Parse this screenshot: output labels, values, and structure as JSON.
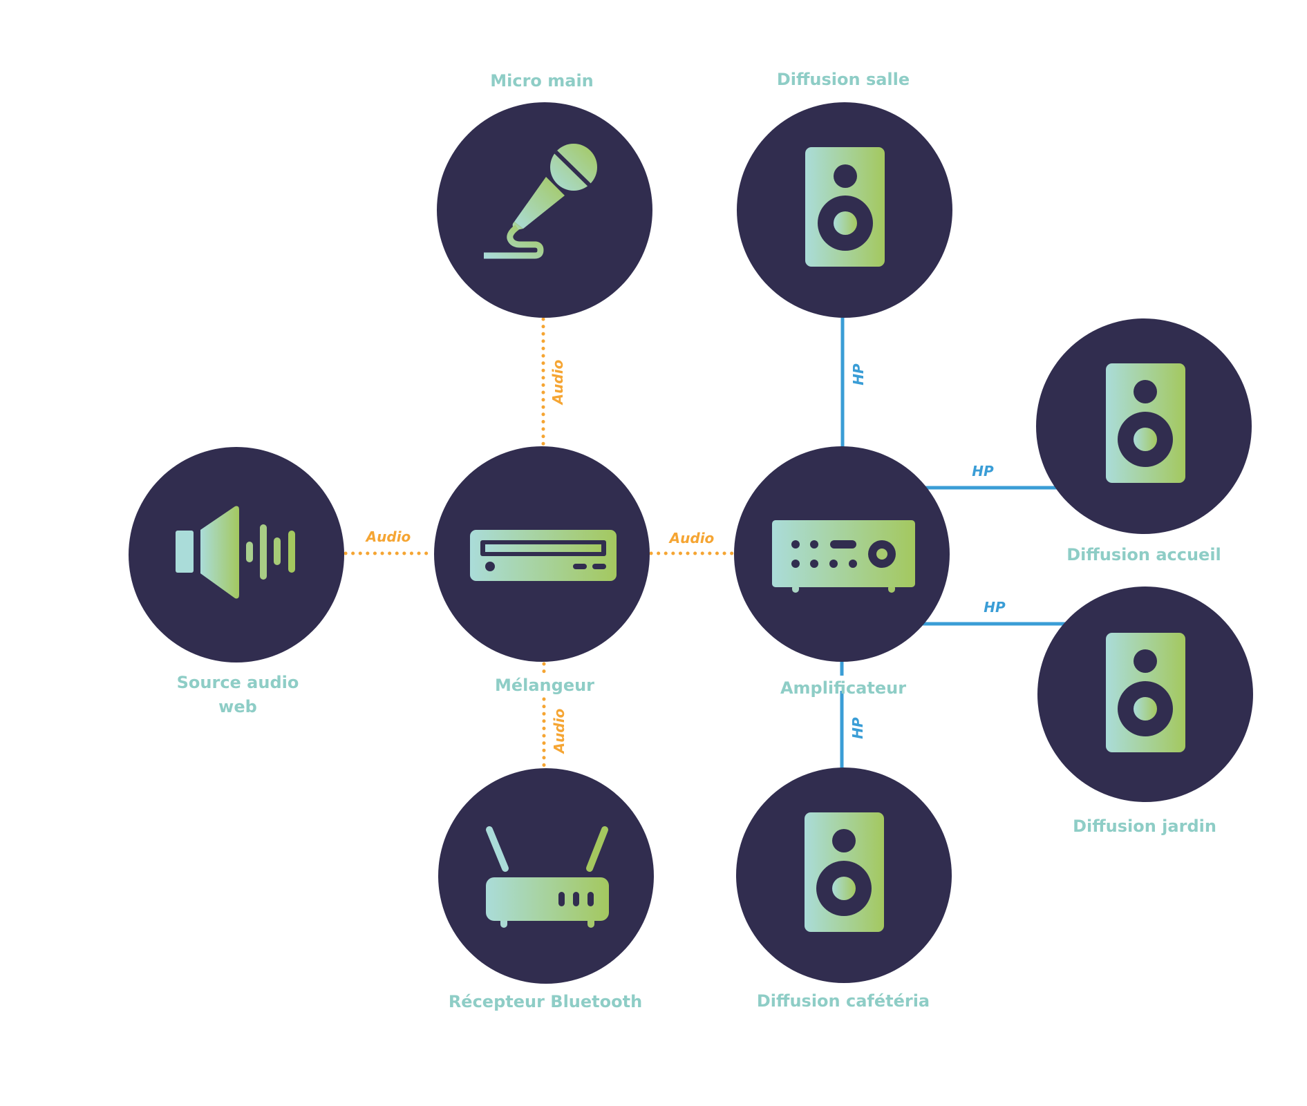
{
  "title": "Schéma de sonorisation",
  "colors": {
    "node_fill": "#312d4f",
    "label_text": "#8ecdc6",
    "icon_gradient_start": "#aadcd9",
    "icon_gradient_end": "#a4c85f",
    "audio_link": "#f5a533",
    "hp_link": "#3a9dd6",
    "background": "#ffffff"
  },
  "nodes": [
    {
      "id": "micro",
      "label": "Micro main",
      "icon": "microphone-icon"
    },
    {
      "id": "salle",
      "label": "Diffusion salle",
      "icon": "speaker-icon"
    },
    {
      "id": "source",
      "label_lines": [
        "Source audio",
        "web"
      ],
      "icon": "volume-wave-icon"
    },
    {
      "id": "melangeur",
      "label": "Mélangeur",
      "icon": "mixer-icon"
    },
    {
      "id": "ampli",
      "label": "Amplificateur",
      "icon": "amplifier-icon"
    },
    {
      "id": "accueil",
      "label": "Diffusion accueil",
      "icon": "speaker-icon"
    },
    {
      "id": "jardin",
      "label": "Diffusion jardin",
      "icon": "speaker-icon"
    },
    {
      "id": "recepteur",
      "label": "Récepteur Bluetooth",
      "icon": "router-icon"
    },
    {
      "id": "cafeteria",
      "label": "Diffusion cafétéria",
      "icon": "speaker-icon"
    }
  ],
  "edges": [
    {
      "from": "micro",
      "to": "melangeur",
      "type": "audio",
      "label": "Audio"
    },
    {
      "from": "source",
      "to": "melangeur",
      "type": "audio",
      "label": "Audio"
    },
    {
      "from": "melangeur",
      "to": "ampli",
      "type": "audio",
      "label": "Audio"
    },
    {
      "from": "recepteur",
      "to": "melangeur",
      "type": "audio",
      "label": "Audio"
    },
    {
      "from": "ampli",
      "to": "salle",
      "type": "hp",
      "label": "HP"
    },
    {
      "from": "ampli",
      "to": "accueil",
      "type": "hp",
      "label": "HP"
    },
    {
      "from": "ampli",
      "to": "jardin",
      "type": "hp",
      "label": "HP"
    },
    {
      "from": "ampli",
      "to": "cafeteria",
      "type": "hp",
      "label": "HP"
    }
  ]
}
